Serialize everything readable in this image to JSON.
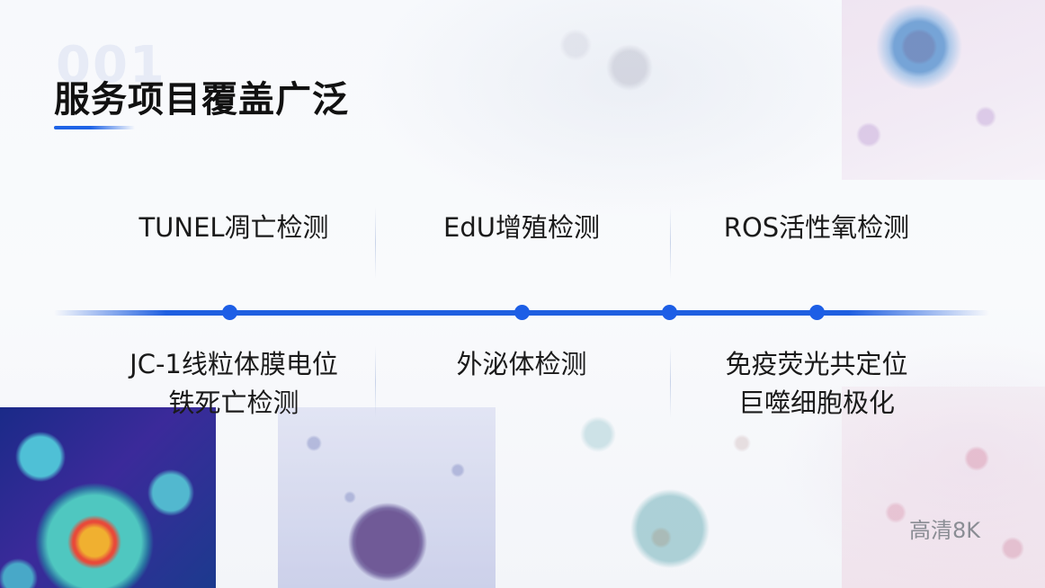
{
  "slide": {
    "big_number": "001",
    "title": "服务项目覆盖广泛",
    "watermark": "高清8K"
  },
  "colors": {
    "accent": "#1d5ee6",
    "text": "#1a1a1a"
  },
  "services_top": [
    {
      "label": "TUNEL凋亡检测"
    },
    {
      "label": "EdU增殖检测"
    },
    {
      "label": "ROS活性氧检测"
    }
  ],
  "services_bottom": [
    {
      "lines": [
        "JC-1线粒体膜电位",
        "铁死亡检测"
      ]
    },
    {
      "lines": [
        "外泌体检测"
      ]
    },
    {
      "lines": [
        "免疫荧光共定位",
        "巨噬细胞极化"
      ]
    }
  ],
  "images": [
    {
      "name": "microscopy-cell-image-top-right"
    },
    {
      "name": "microscopy-cell-image-bottom-left"
    },
    {
      "name": "microscopy-cell-image-bottom-center"
    },
    {
      "name": "microscopy-cell-image-bottom-center-right"
    },
    {
      "name": "microscopy-cell-image-bottom-right"
    }
  ]
}
